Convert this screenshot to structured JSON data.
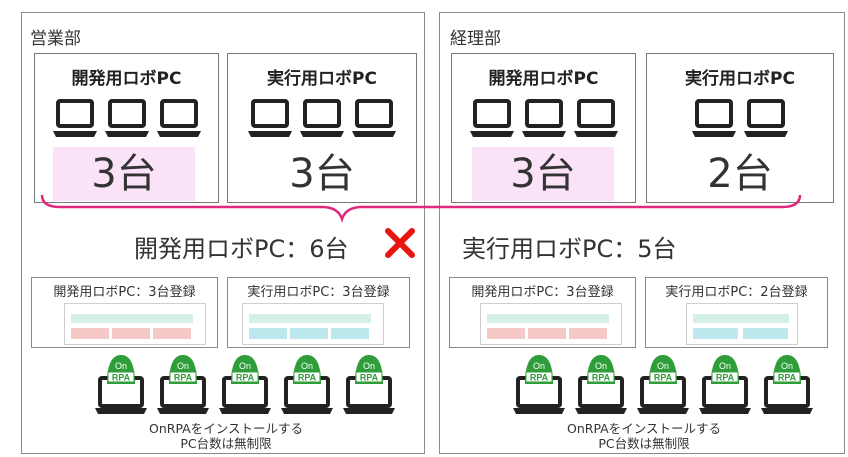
{
  "left_dept": {
    "label": "営業部",
    "dev_box": {
      "title": "開発用ロボPC",
      "count": "3台",
      "laptop_count": 3
    },
    "exec_box": {
      "title": "実行用ロボPC",
      "count": "3台",
      "laptop_count": 3
    },
    "reg_dev": "開発用ロボPC：3台登録",
    "reg_exec": "実行用ロボPC：3台登録",
    "caption_line1": "OnRPAをインストールする",
    "caption_line2": "PC台数は無制限"
  },
  "right_dept": {
    "label": "経理部",
    "dev_box": {
      "title": "開発用ロボPC",
      "count": "3台",
      "laptop_count": 3
    },
    "exec_box": {
      "title": "実行用ロボPC",
      "count": "2台",
      "laptop_count": 2
    },
    "reg_dev": "開発用ロボPC：3台登録",
    "reg_exec": "実行用ロボPC：2台登録",
    "caption_line1": "OnRPAをインストールする",
    "caption_line2": "PC台数は無制限"
  },
  "summary": {
    "dev_total": "開発用ロボPC：6台",
    "exec_total": "実行用ロボPC：5台"
  },
  "rpa_badge": {
    "top": "On",
    "bottom": "RPA",
    "count": 5
  },
  "colors": {
    "brace": "#e0287d",
    "cross": "#e8140f",
    "pink": "#fbe3f7",
    "rpa_green": "#2e9d3a"
  }
}
